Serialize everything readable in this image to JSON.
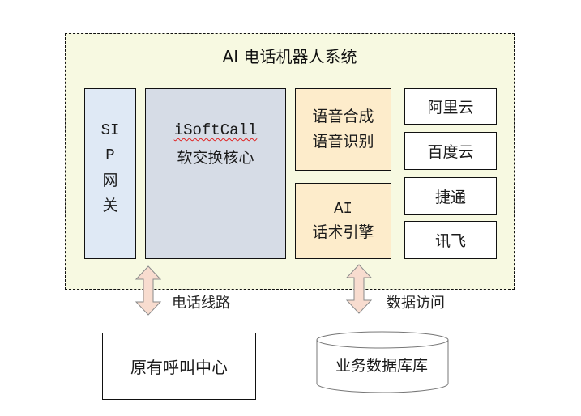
{
  "system": {
    "title": "AI 电话机器人系统"
  },
  "modules": {
    "sip_gateway": {
      "line1": "SI",
      "line2": "P",
      "line3": "网",
      "line4": "关"
    },
    "softswitch": {
      "name": "iSoftCall",
      "desc": "软交换核心"
    },
    "speech": {
      "line1": "语音合成",
      "line2": "语音识别"
    },
    "ai_engine": {
      "line1": "AI",
      "line2": "话术引擎"
    },
    "vendors": [
      "阿里云",
      "百度云",
      "捷通",
      "讯飞"
    ]
  },
  "connections": {
    "phone_line": "电话线路",
    "data_access": "数据访问"
  },
  "external": {
    "call_center": "原有呼叫中心",
    "database": "业务数据库库"
  },
  "colors": {
    "system_bg": "#f7f9e1",
    "sip_bg": "#dfe9f5",
    "core_bg": "#d6dce6",
    "engine_bg": "#fdeccb",
    "arrow_fill": "#f8dccf"
  }
}
